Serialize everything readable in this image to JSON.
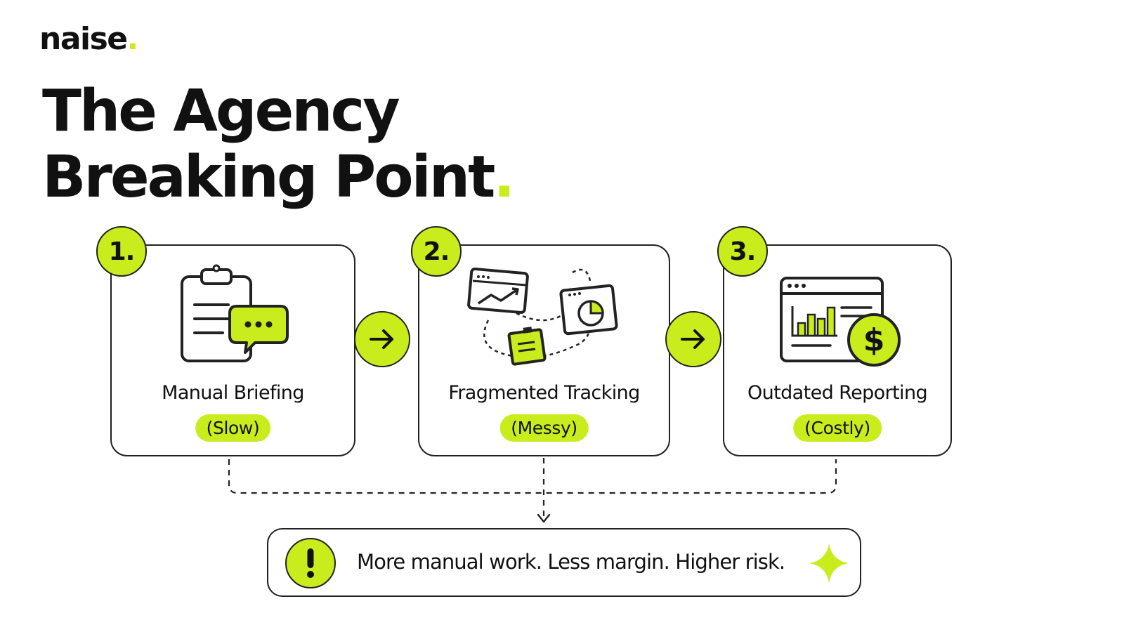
{
  "brand": {
    "name": "naise",
    "dot": "."
  },
  "title": {
    "line1": "The Agency",
    "line2": "Breaking Point",
    "dot": "."
  },
  "steps": [
    {
      "number": "1.",
      "label": "Manual Briefing",
      "tag": "(Slow)",
      "icon": "clipboard-chat-icon"
    },
    {
      "number": "2.",
      "label": "Fragmented Tracking",
      "tag": "(Messy)",
      "icon": "scattered-dashboard-icon"
    },
    {
      "number": "3.",
      "label": "Outdated Reporting",
      "tag": "(Costly)",
      "icon": "report-dollar-icon"
    }
  ],
  "conclusion": {
    "text": "More manual work. Less margin. Higher risk.",
    "icon": "exclamation-icon",
    "accent_icon": "sparkle-icon"
  },
  "colors": {
    "accent": "#c8ec1c",
    "ink": "#111111",
    "background": "#ffffff"
  }
}
